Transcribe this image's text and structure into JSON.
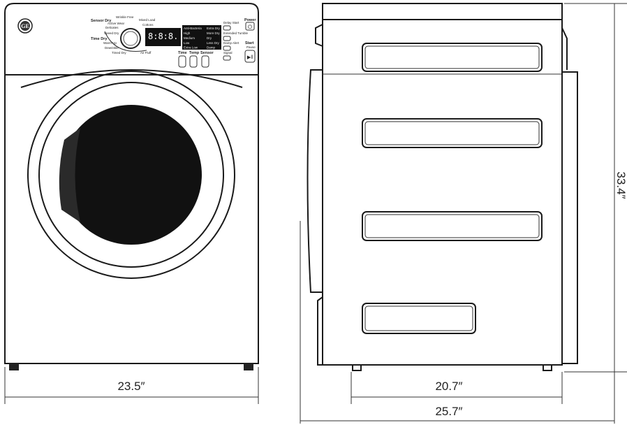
{
  "front_view": {
    "brand_logo": "GE",
    "cycle_labels": [
      "Sensor Dry",
      "Wrinkle Free",
      "Mixed Load",
      "Active Wear",
      "Cottons",
      "Delicates",
      "Speed Dry",
      "Time Dry",
      "Warm Up",
      "Dewrinkle",
      "Timed Dry",
      "Air Fluff"
    ],
    "display_value": "8:8:8.",
    "option_labels": [
      "Anti-Bacteria",
      "Extra Dry",
      "High",
      "More Dry",
      "Medium",
      "Dry",
      "Low",
      "Less Dry",
      "Extra Low",
      "Damp"
    ],
    "side_buttons": [
      "Delay Start",
      "Extended Tumble",
      "Damp Alert",
      "Signal"
    ],
    "setting_buttons": [
      "Time",
      "Temp",
      "Sensor"
    ],
    "power_label": "Power",
    "start_label": "Start",
    "start_sublabel": "Pause",
    "width_dimension": "23.5″"
  },
  "side_view": {
    "depth_dimension": "20.7″",
    "depth_with_door_dimension": "25.7″",
    "height_dimension": "33.4″"
  }
}
